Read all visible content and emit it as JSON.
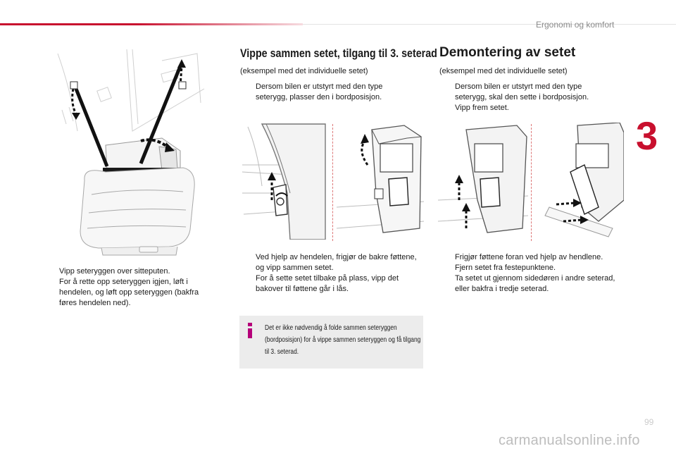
{
  "header": {
    "section_title": "Ergonomi og komfort",
    "chapter_number": "3"
  },
  "left_column": {
    "bullets": [
      {
        "marker": "",
        "text": "Vipp seteryggen over sitteputen."
      },
      {
        "marker": "",
        "text": "For å rette opp seteryggen igjen, løft i hendelen, og løft opp seteryggen (bakfra føres hendelen ned)."
      }
    ]
  },
  "middle_column": {
    "title": "Vippe sammen setet, tilgang til 3. seterad",
    "subtitle": "(eksempel med det individuelle setet)",
    "bullets_top": [
      {
        "marker": "",
        "text": "Dersom bilen er utstyrt med den type seterygg, plasser den i bordposisjon."
      }
    ],
    "bullets_bottom": [
      {
        "marker": "",
        "text": "Ved hjelp av hendelen, frigjør de bakre føttene, og vipp sammen setet."
      },
      {
        "marker": "",
        "text": "For å sette setet tilbake på plass, vipp det bakover til føttene går i lås."
      }
    ],
    "info_box": {
      "icon": "info-icon",
      "accent_color": "#b5007a",
      "text": "Det er ikke nødvendig å folde sammen seteryggen (bordposisjon) for å vippe sammen seteryggen og få tilgang til 3. seterad."
    }
  },
  "right_column": {
    "title": "Demontering av setet",
    "subtitle": "(eksempel med det individuelle setet)",
    "bullets_top": [
      {
        "marker": "",
        "text": "Dersom bilen er utstyrt med den type seterygg, skal den sette i bordposisjon."
      },
      {
        "marker": "",
        "text": "Vipp frem setet."
      }
    ],
    "bullets_bottom": [
      {
        "marker": "",
        "text": "Frigjør føttene foran ved hjelp av hendlene."
      },
      {
        "marker": "",
        "text": "Fjern setet fra festepunktene."
      },
      {
        "marker": "",
        "text": "Ta setet ut gjennom sidedøren i andre seterad, eller bakfra i tredje seterad."
      }
    ]
  },
  "footer": {
    "page_number": "99",
    "watermark": "carmanualsonline.info"
  },
  "colors": {
    "brand_red": "#c8102e",
    "info_magenta": "#b5007a"
  }
}
